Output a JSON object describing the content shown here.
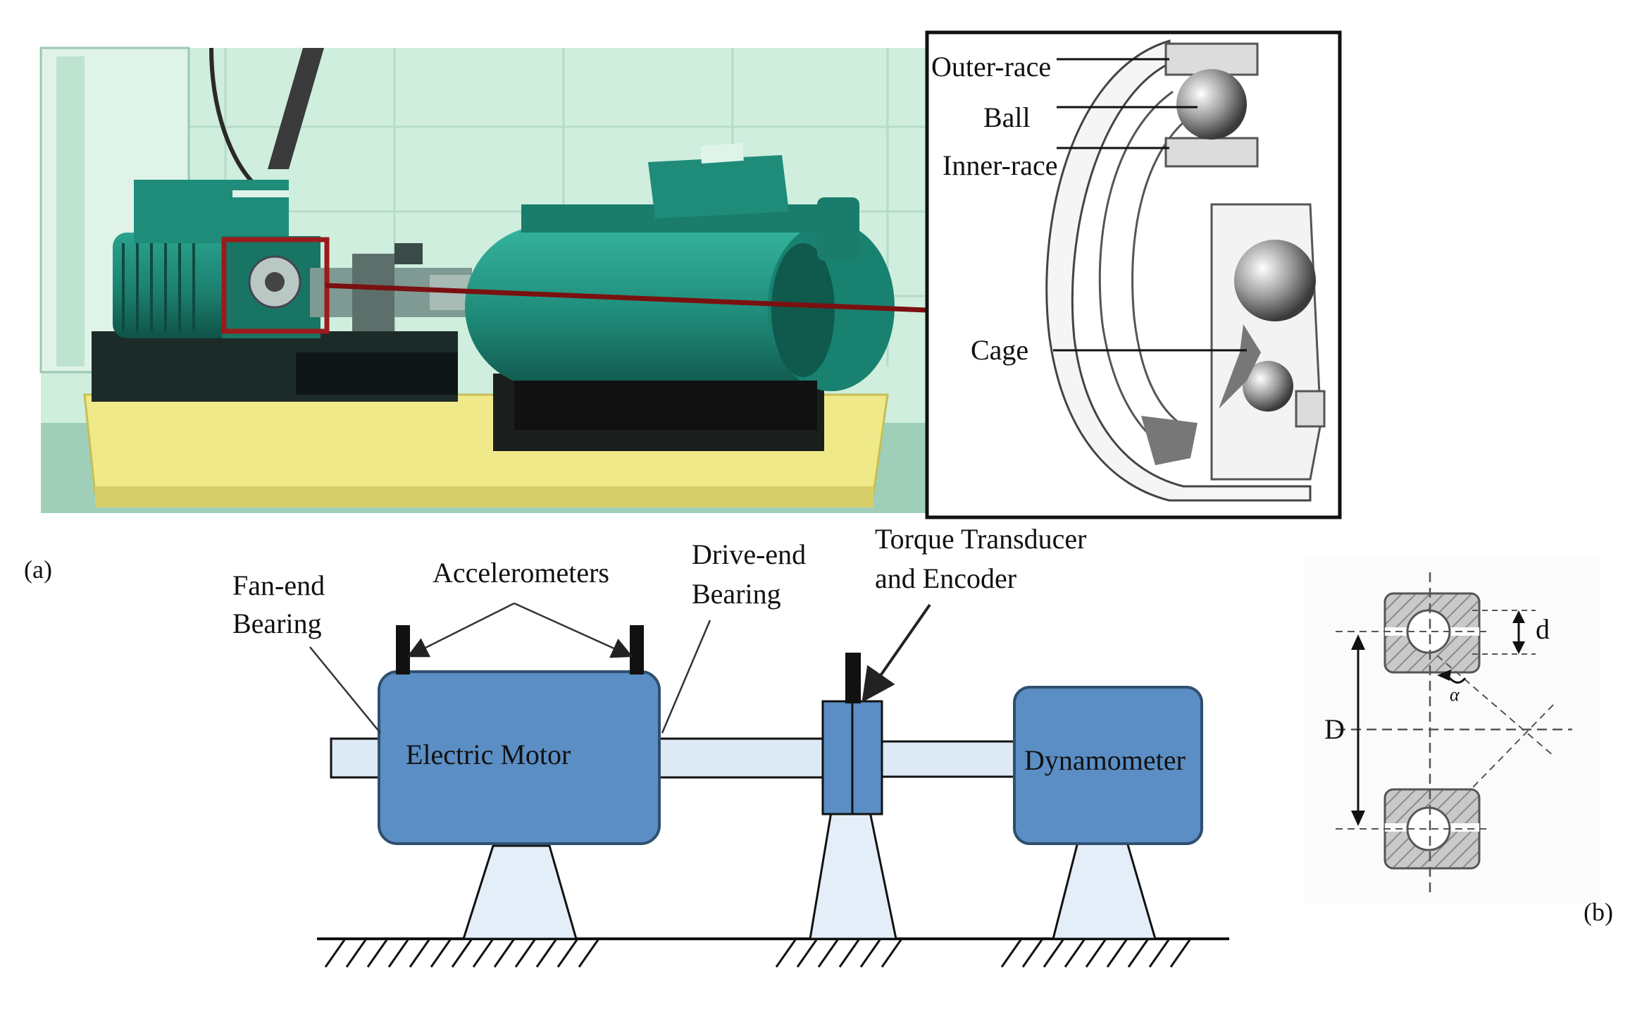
{
  "panel_a_label": "(a)",
  "panel_b_label": "(b)",
  "bearing_labels": {
    "outer_race": "Outer-race",
    "ball": "Ball",
    "inner_race": "Inner-race",
    "cage": "Cage"
  },
  "schematic_labels": {
    "fan_end_line1": "Fan-end",
    "fan_end_line2": "Bearing",
    "accelerometers": "Accelerometers",
    "drive_end_line1": "Drive-end",
    "drive_end_line2": "Bearing",
    "torque_line1": "Torque Transducer",
    "torque_line2": "and Encoder",
    "electric_motor": "Electric Motor",
    "dynamometer": "Dynamometer"
  },
  "geometry_labels": {
    "ball_diameter": "d",
    "pitch_diameter": "D",
    "contact_angle": "α"
  },
  "colors": {
    "machine_green": "#1f8c7a",
    "wall_green": "#cfeedd",
    "base_yellow": "#efe98a",
    "highlight_red": "#9b1b1b",
    "block_blue": "#5b8ec4",
    "block_stroke": "#2f4f6f",
    "shaft_fill": "#dde9f5",
    "support_fill": "#e3eef8"
  }
}
